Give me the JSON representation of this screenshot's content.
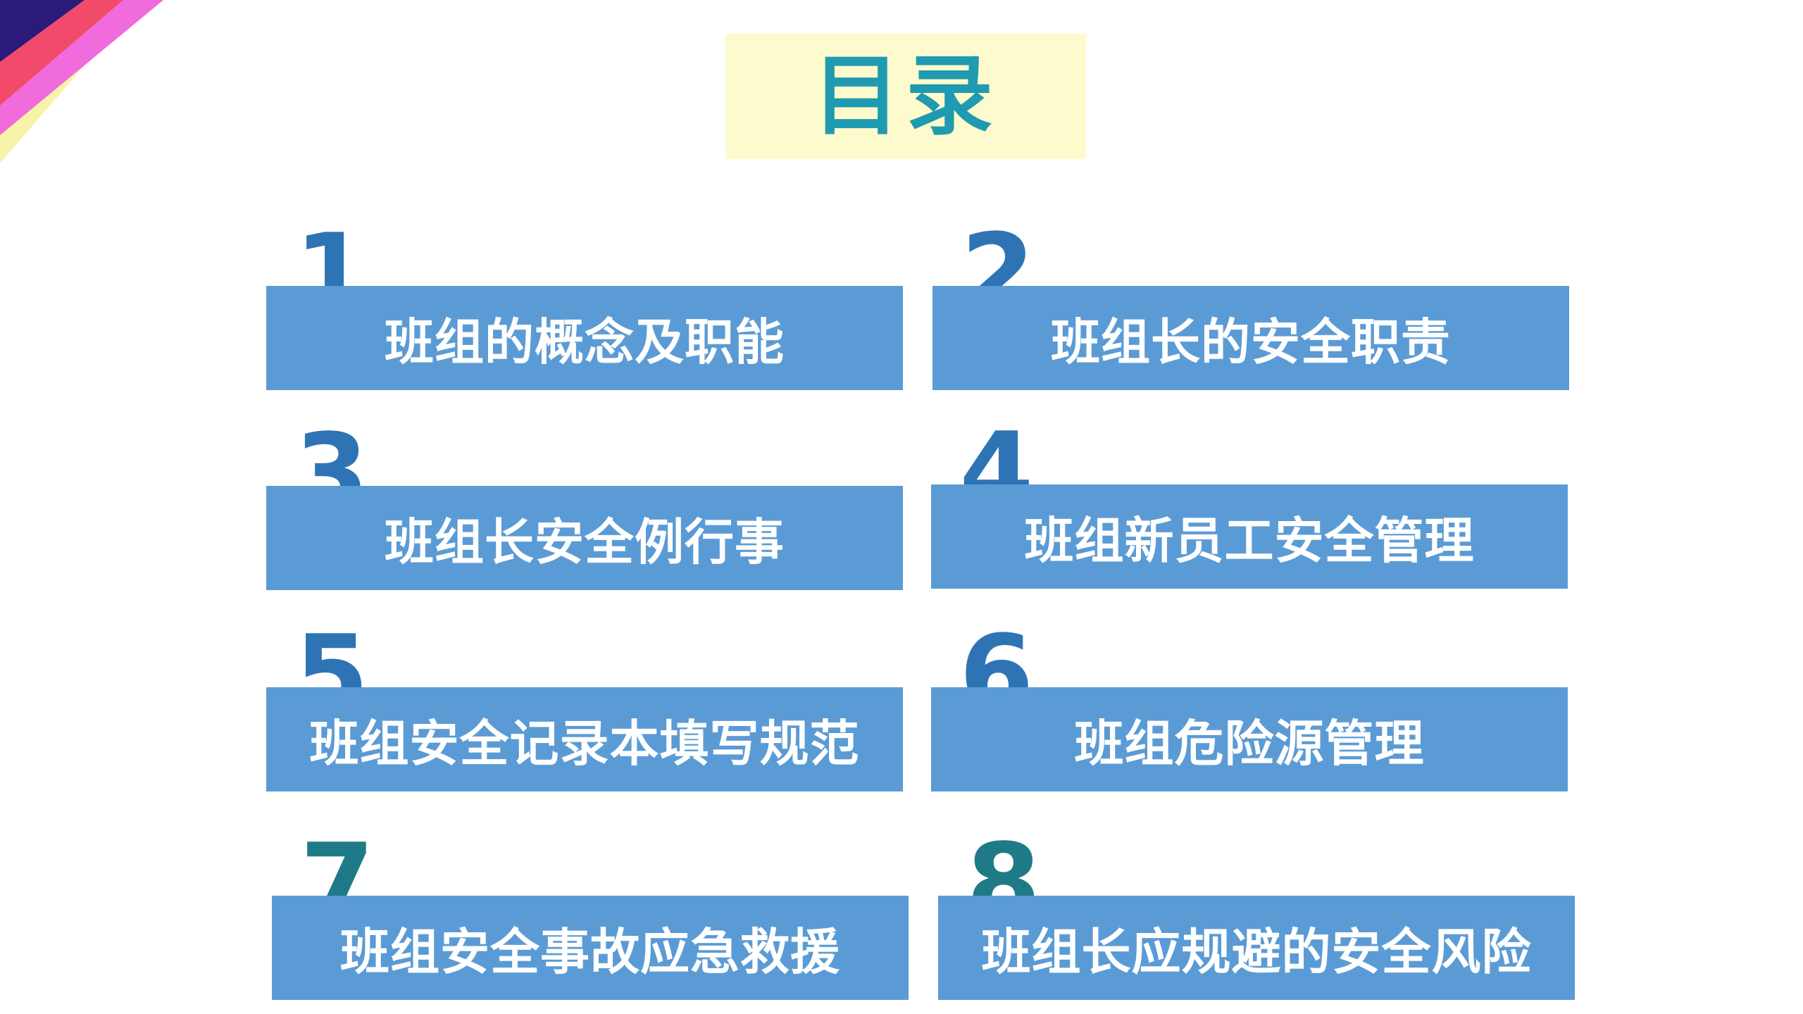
{
  "title": "目录",
  "colors": {
    "title_text": "#1f9ab0",
    "title_bg": "#fdfacd",
    "bar": "#5b9bd5",
    "number_blue": "#2e74b5",
    "number_teal": "#1f7a88",
    "label": "#ffffff"
  },
  "items": [
    {
      "number": "1",
      "label": "班组的概念及职能"
    },
    {
      "number": "2",
      "label": "班组长的安全职责"
    },
    {
      "number": "3",
      "label": "班组长安全例行事"
    },
    {
      "number": "4",
      "label": "班组新员工安全管理"
    },
    {
      "number": "5",
      "label": "班组安全记录本填写规范"
    },
    {
      "number": "6",
      "label": "班组危险源管理"
    },
    {
      "number": "7",
      "label": "班组安全事故应急救援"
    },
    {
      "number": "8",
      "label": "班组长应规避的安全风险"
    }
  ]
}
